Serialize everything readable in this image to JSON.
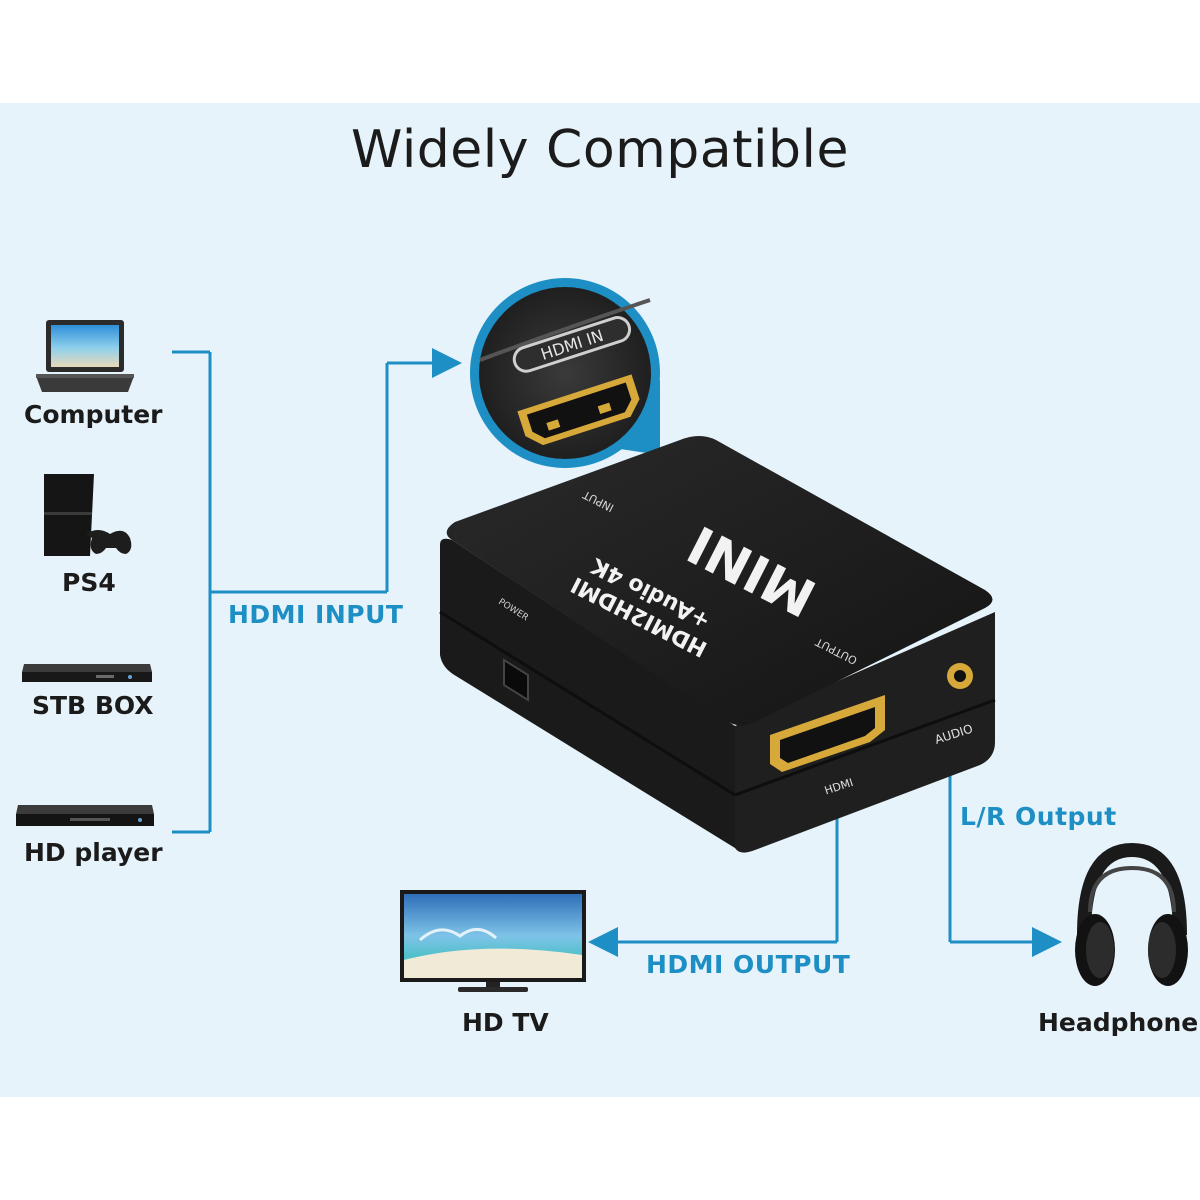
{
  "title": "Widely Compatible",
  "sources": [
    {
      "label": "Computer",
      "icon": "laptop-icon"
    },
    {
      "label": "PS4",
      "icon": "ps4-console-icon"
    },
    {
      "label": "STB BOX",
      "icon": "set-top-box-icon"
    },
    {
      "label": "HD player",
      "icon": "hd-player-icon"
    }
  ],
  "connections": {
    "input": "HDMI INPUT",
    "output": "HDMI OUTPUT",
    "audio": "L/R Output"
  },
  "outputs": {
    "tv": {
      "label": "HD TV",
      "icon": "tv-icon"
    },
    "headphone": {
      "label": "Headphone",
      "icon": "headphone-icon"
    }
  },
  "device": {
    "brand": "MINI",
    "model_line1": "HDMI2HDMI",
    "model_line2": "+Audio 4K",
    "port_in": "INPUT",
    "port_out": "OUTPUT",
    "port_power": "POWER",
    "port_hdmi": "HDMI",
    "port_audio": "AUDIO",
    "zoom_port": "HDMI IN"
  },
  "colors": {
    "background": "#e6f3fa",
    "line": "#1e8fc4",
    "device": "#1c1c1c",
    "gold": "#d6a93a"
  }
}
